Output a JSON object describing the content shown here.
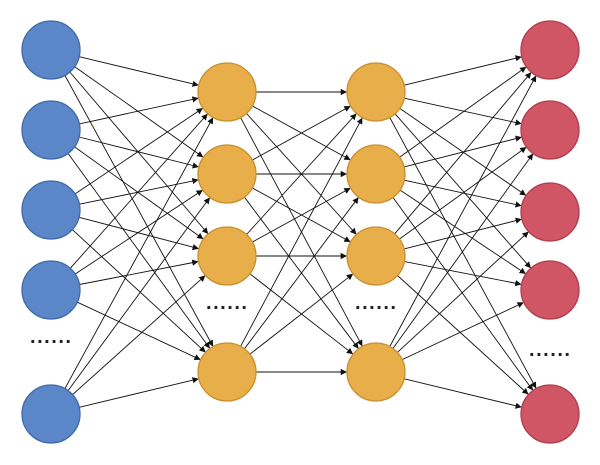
{
  "diagram": {
    "type": "neural-network",
    "edge_color": "#111111",
    "ellipsis_text": "......",
    "layers": [
      {
        "name": "input-layer",
        "visible_nodes": 5,
        "ellipsis_before_last": true,
        "fill": "#5b87c9",
        "stroke": "#3e6aa9"
      },
      {
        "name": "hidden-layer-1",
        "visible_nodes": 4,
        "ellipsis_before_last": true,
        "fill": "#e8ae49",
        "stroke": "#c98f2f"
      },
      {
        "name": "hidden-layer-2",
        "visible_nodes": 4,
        "ellipsis_before_last": true,
        "fill": "#e8ae49",
        "stroke": "#c98f2f"
      },
      {
        "name": "output-layer",
        "visible_nodes": 5,
        "ellipsis_before_last": true,
        "fill": "#d05565",
        "stroke": "#b13d4d"
      }
    ],
    "connectivity": "fully-connected"
  }
}
